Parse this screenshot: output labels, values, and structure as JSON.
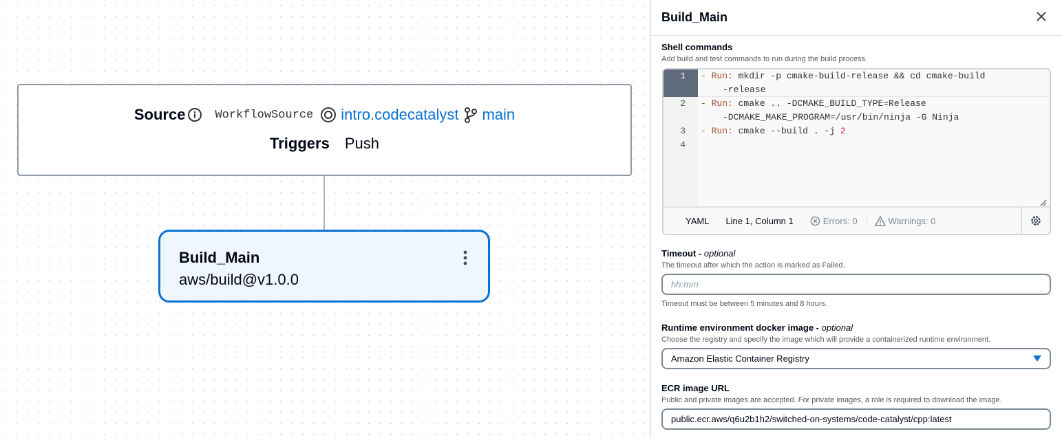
{
  "canvas": {
    "source": {
      "label": "Source",
      "name": "WorkflowSource",
      "repo": "intro.codecatalyst",
      "branch": "main",
      "triggers_label": "Triggers",
      "trigger": "Push"
    },
    "action": {
      "name": "Build_Main",
      "identifier": "aws/build@v1.0.0"
    }
  },
  "panel": {
    "title": "Build_Main",
    "shell": {
      "label": "Shell commands",
      "description": "Add build and test commands to run during the build process.",
      "lines": [
        {
          "n": "1",
          "kw": "- Run:",
          "text": " mkdir -p cmake-build-release && cd cmake-build",
          "cont": "-release"
        },
        {
          "n": "2",
          "kw": "- Run:",
          "text": " cmake .. -DCMAKE_BUILD_TYPE=Release",
          "cont": "-DCMAKE_MAKE_PROGRAM=/usr/bin/ninja -G Ninja"
        },
        {
          "n": "3",
          "kw": "- Run:",
          "text": " cmake --build . -j ",
          "num": "2"
        },
        {
          "n": "4"
        }
      ],
      "status": {
        "language": "YAML",
        "position": "Line 1, Column 1",
        "errors": "Errors: 0",
        "warnings": "Warnings: 0"
      }
    },
    "timeout": {
      "label": "Timeout",
      "optional": "optional",
      "description": "The timeout after which the action is marked as Failed.",
      "placeholder": "hh:mm",
      "helper": "Timeout must be between 5 minutes and 8 hours."
    },
    "runtime": {
      "label": "Runtime environment docker image",
      "optional": "optional",
      "description": "Choose the registry and specify the image which will provide a containerized runtime environment.",
      "selected": "Amazon Elastic Container Registry"
    },
    "ecr": {
      "label": "ECR image URL",
      "description": "Public and private images are accepted. For private images, a role is required to download the image.",
      "value": "public.ecr.aws/q6u2b1h2/switched-on-systems/code-catalyst/cpp:latest"
    }
  },
  "colors": {
    "accent": "#0972d3",
    "gutter_active": "#5f6b7a"
  }
}
